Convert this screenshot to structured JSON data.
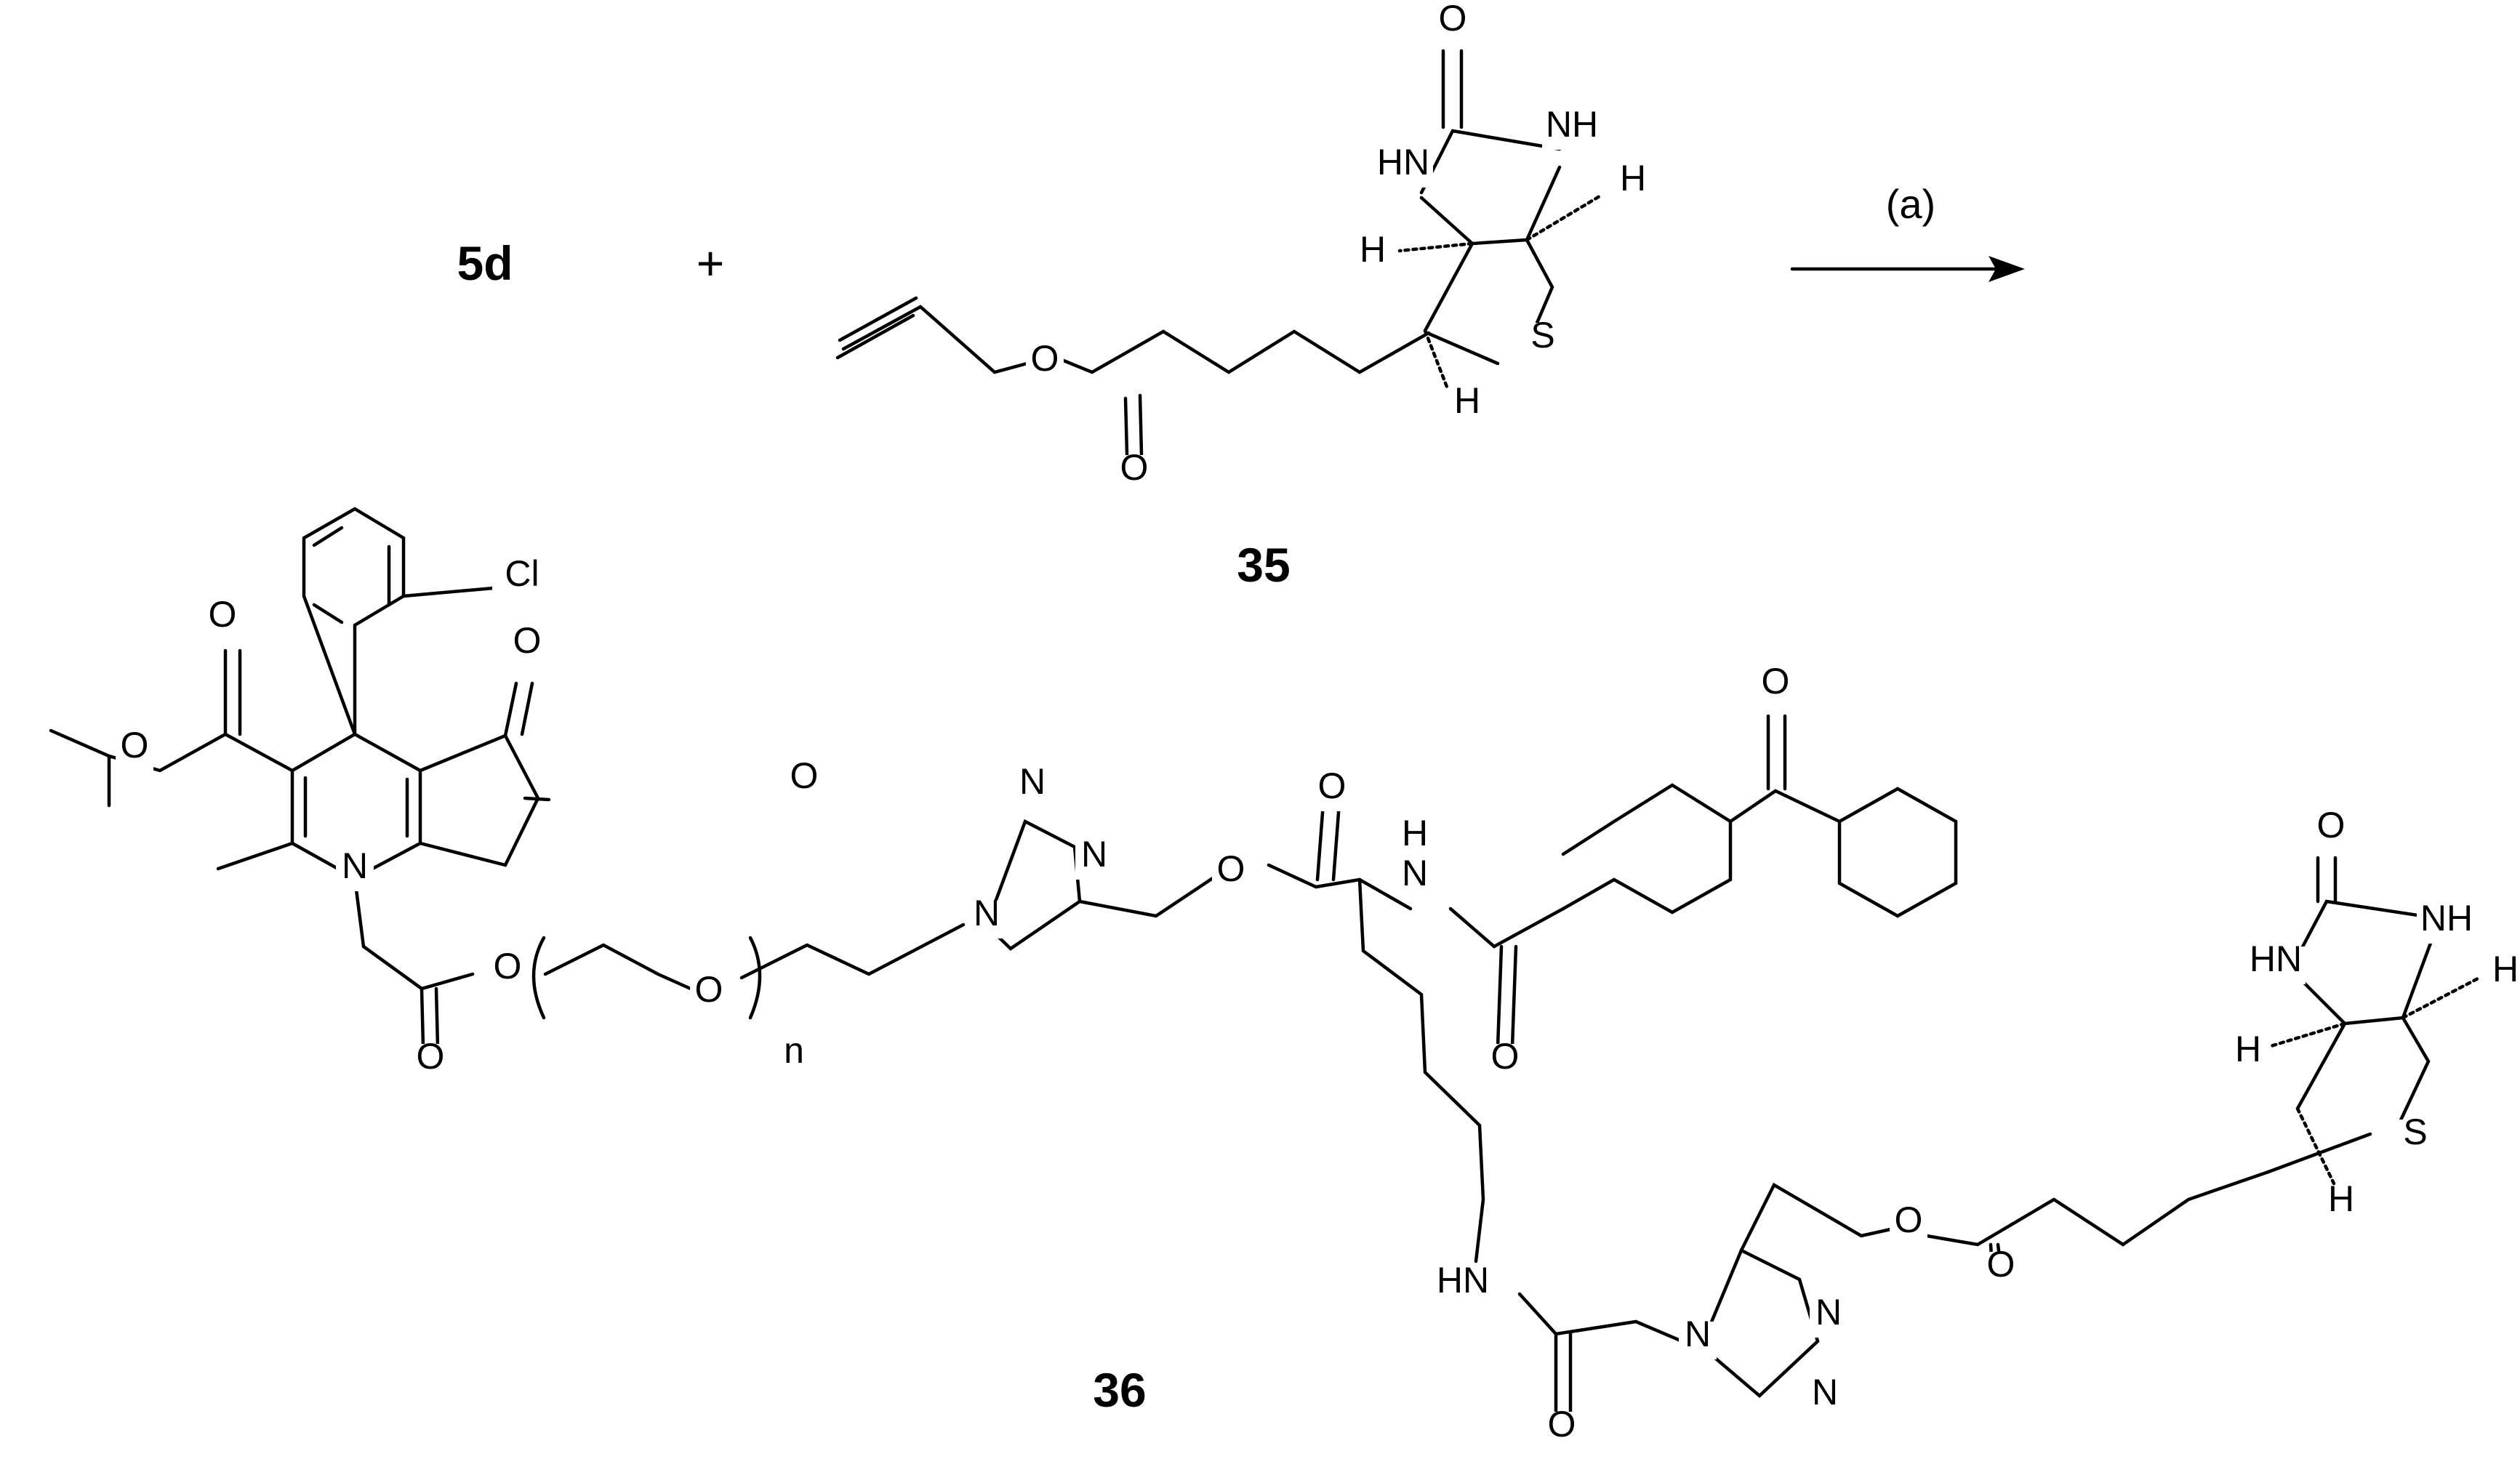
{
  "reaction": {
    "reactant_label": "5d",
    "plus_sign": "+",
    "reagent_label": "35",
    "condition": "(a)",
    "product_label": "36"
  },
  "atoms": [
    [
      "O",
      1998,
      42
    ],
    [
      "NH",
      2162,
      188
    ],
    [
      "HN",
      1930,
      240
    ],
    [
      "H",
      2246,
      262
    ],
    [
      "H",
      1888,
      360
    ],
    [
      "S",
      2122,
      478
    ],
    [
      "H",
      2018,
      568
    ],
    [
      "O",
      1437,
      510
    ],
    [
      "O",
      1560,
      660
    ],
    [
      "Cl",
      718,
      806
    ],
    [
      "O",
      725,
      898
    ],
    [
      "O",
      306,
      862
    ],
    [
      "O",
      185,
      1042
    ],
    [
      "O",
      1106,
      1084
    ],
    [
      "N",
      488,
      1208
    ],
    [
      "O",
      698,
      1346
    ],
    [
      "O",
      592,
      1470
    ],
    [
      "O",
      975,
      1378
    ],
    [
      "n",
      1092,
      1462
    ],
    [
      "N",
      1420,
      1092
    ],
    [
      "N",
      1505,
      1192
    ],
    [
      "N",
      1357,
      1273
    ],
    [
      "O",
      2442,
      954
    ],
    [
      "O",
      1832,
      1098
    ],
    [
      "H",
      1946,
      1163
    ],
    [
      "N",
      1946,
      1218
    ],
    [
      "O",
      1693,
      1212
    ],
    [
      "O",
      2070,
      1470
    ],
    [
      "O",
      3206,
      1152
    ],
    [
      "NH",
      3365,
      1280
    ],
    [
      "HN",
      3130,
      1336
    ],
    [
      "H",
      3446,
      1350
    ],
    [
      "H",
      3092,
      1460
    ],
    [
      "S",
      3322,
      1574
    ],
    [
      "H",
      3220,
      1666
    ],
    [
      "O",
      2625,
      1695
    ],
    [
      "O",
      2752,
      1756
    ],
    [
      "HN",
      2012,
      1778
    ],
    [
      "N",
      2335,
      1852
    ],
    [
      "N",
      2515,
      1822
    ],
    [
      "N",
      2510,
      1932
    ],
    [
      "O",
      2148,
      1976
    ]
  ]
}
